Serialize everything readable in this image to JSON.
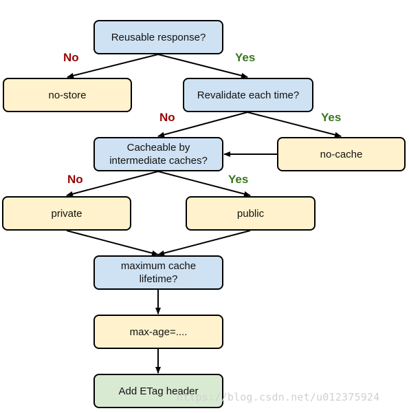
{
  "nodes": {
    "reusable": "Reusable response?",
    "no_store": "no-store",
    "revalidate": "Revalidate each time?",
    "cacheable": "Cacheable by\nintermediate caches?",
    "no_cache": "no-cache",
    "private": "private",
    "public": "public",
    "max_lifetime": "maximum cache\nlifetime?",
    "max_age": "max-age=....",
    "etag": "Add ETag header"
  },
  "labels": {
    "no": "No",
    "yes": "Yes"
  },
  "watermark": "https://blog.csdn.net/u012375924",
  "colors": {
    "question": "#cfe2f3",
    "answer": "#fff2cc",
    "terminal": "#d9ead3",
    "no_label": "#990000",
    "yes_label": "#38761d"
  }
}
